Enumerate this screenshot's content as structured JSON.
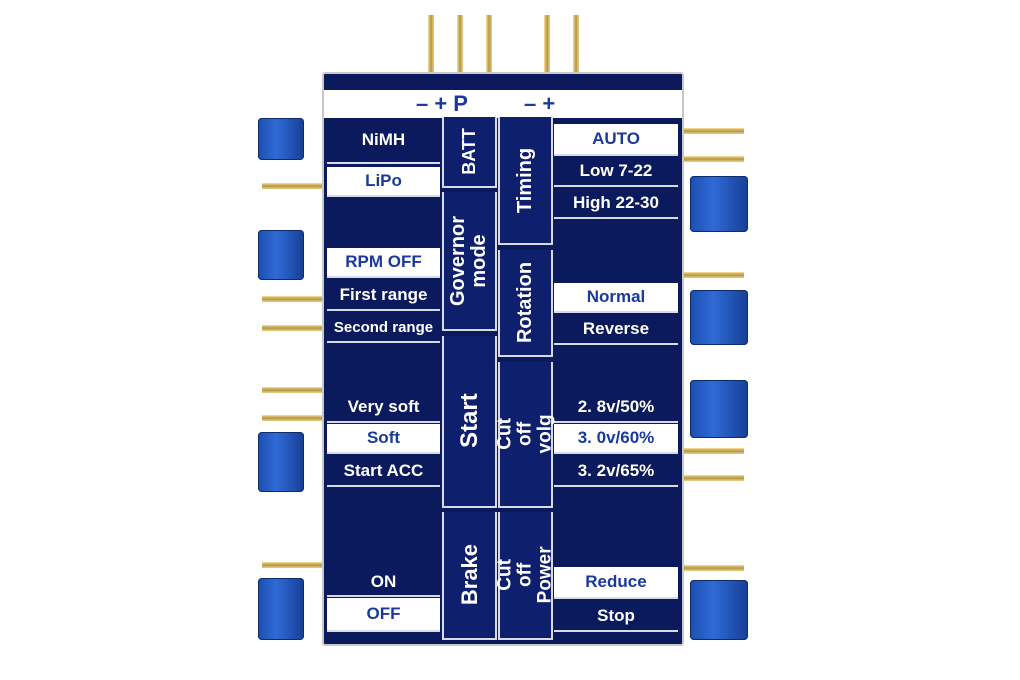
{
  "header": {
    "left_connector": "– + P",
    "right_connector": "– +"
  },
  "left_options": [
    {
      "label": "NiMH",
      "selected": false
    },
    {
      "label": "LiPo",
      "selected": true
    },
    {
      "label": "RPM OFF",
      "selected": true
    },
    {
      "label": "First range",
      "selected": false
    },
    {
      "label": "Second range",
      "selected": false
    },
    {
      "label": "Very soft",
      "selected": false
    },
    {
      "label": "Soft",
      "selected": true
    },
    {
      "label": "Start ACC",
      "selected": false
    },
    {
      "label": "ON",
      "selected": false
    },
    {
      "label": "OFF",
      "selected": true
    }
  ],
  "left_groups": [
    "BATT",
    "Governor mode",
    "Start",
    "Brake"
  ],
  "right_groups": [
    "Timing",
    "Rotation",
    "Cut off volg",
    "Cut off Power"
  ],
  "right_options": [
    {
      "label": "AUTO",
      "selected": true
    },
    {
      "label": "Low 7-22",
      "selected": false
    },
    {
      "label": "High 22-30",
      "selected": false
    },
    {
      "label": "Normal",
      "selected": true
    },
    {
      "label": "Reverse",
      "selected": false
    },
    {
      "label": "2. 8v/50%",
      "selected": false
    },
    {
      "label": "3. 0v/60%",
      "selected": true
    },
    {
      "label": "3. 2v/65%",
      "selected": false
    },
    {
      "label": "Reduce",
      "selected": true
    },
    {
      "label": "Stop",
      "selected": false
    }
  ],
  "colors": {
    "card": "#0b1a5c",
    "selected_text": "#1a3a9a",
    "jumper": "#2f6ad6"
  }
}
